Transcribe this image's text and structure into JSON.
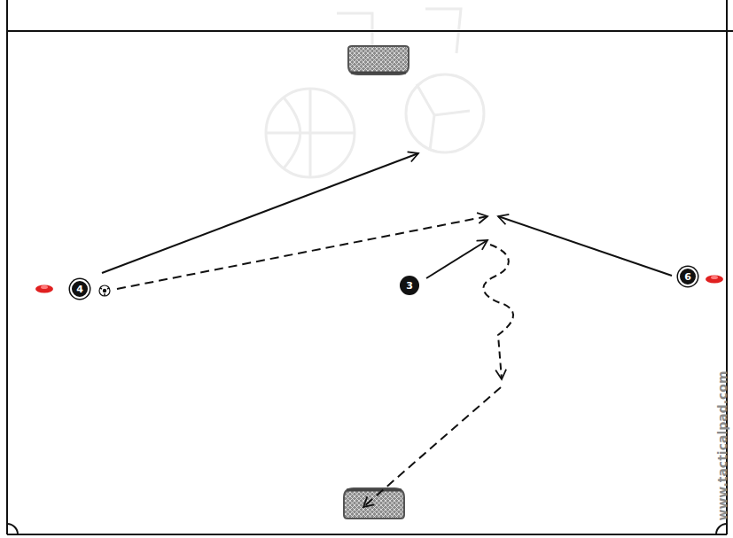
{
  "diagram": {
    "nodes": [
      {
        "text": [
          "4"
        ]
      },
      {
        "text": [
          "3"
        ]
      },
      {
        "text": [
          "6"
        ]
      }
    ],
    "labels": [
      "www.tacticalpad.com"
    ]
  }
}
